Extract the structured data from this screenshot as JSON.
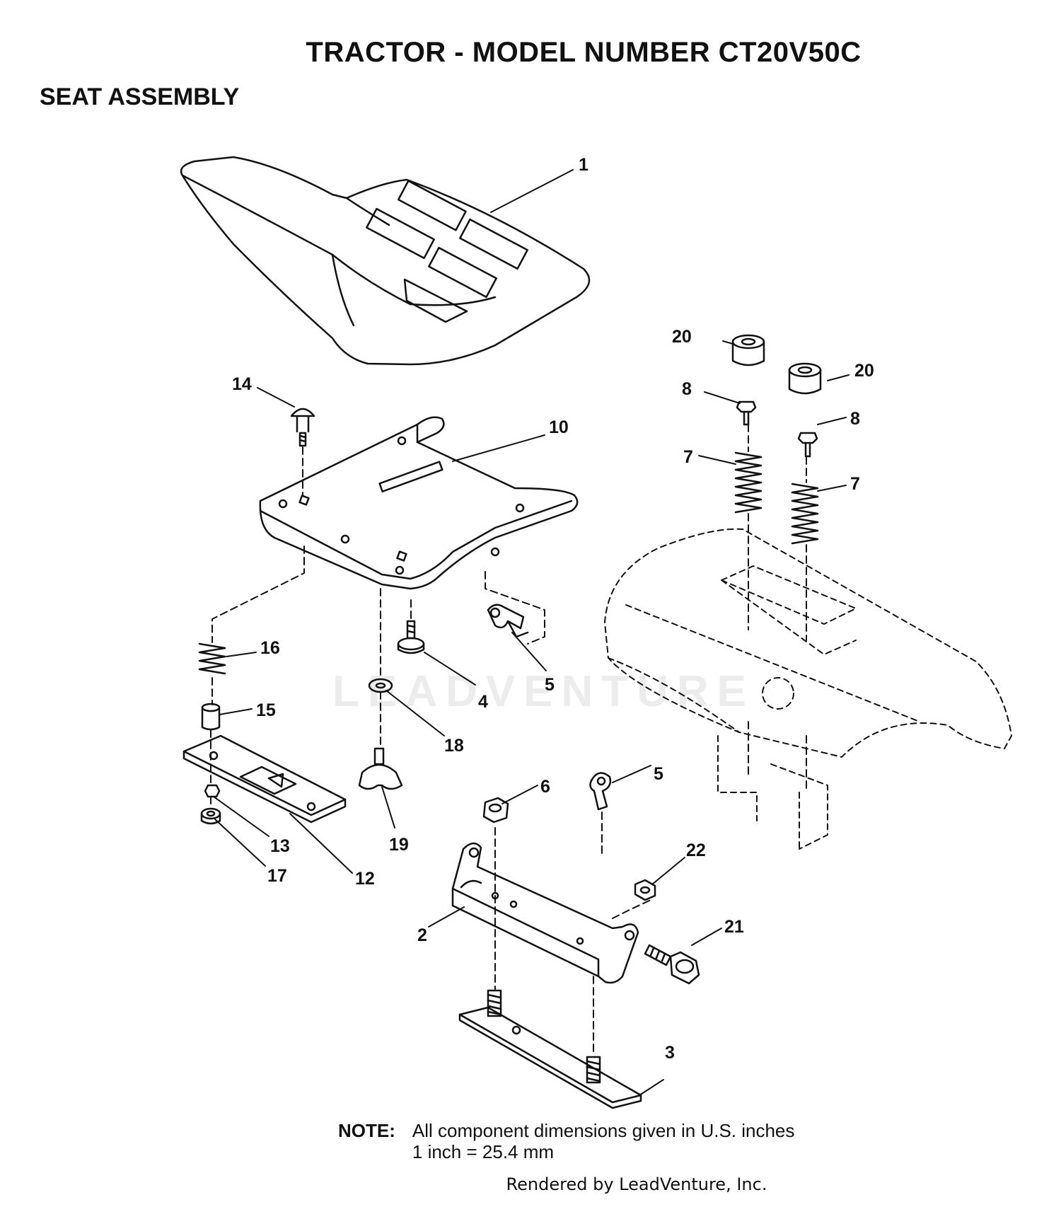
{
  "page": {
    "title": "TRACTOR - MODEL NUMBER CT20V50C",
    "subtitle": "SEAT ASSEMBLY",
    "watermark": "LEADVENTURE",
    "note": {
      "label": "NOTE:",
      "line1": "All component dimensions given in U.S. inches",
      "line2": "1 inch = 25.4 mm"
    },
    "rendered_by": "Rendered by LeadVenture, Inc."
  },
  "parts": [
    {
      "id": "seat",
      "callout": "1"
    },
    {
      "id": "seat-pan",
      "callout": "10"
    },
    {
      "id": "carriage-bolt",
      "callout": "14"
    },
    {
      "id": "spacer-left",
      "callout": "20"
    },
    {
      "id": "spacer-right",
      "callout": "20"
    },
    {
      "id": "screw-left",
      "callout": "8"
    },
    {
      "id": "screw-right",
      "callout": "8"
    },
    {
      "id": "spring-left",
      "callout": "7"
    },
    {
      "id": "spring-right",
      "callout": "7"
    },
    {
      "id": "small-spring",
      "callout": "16"
    },
    {
      "id": "bushing",
      "callout": "15"
    },
    {
      "id": "slide-plate",
      "callout": "12"
    },
    {
      "id": "nut",
      "callout": "13"
    },
    {
      "id": "locknut",
      "callout": "17"
    },
    {
      "id": "shoulder-bolt",
      "callout": "4"
    },
    {
      "id": "washer",
      "callout": "18"
    },
    {
      "id": "knob",
      "callout": "19"
    },
    {
      "id": "clip-upper",
      "callout": "5"
    },
    {
      "id": "clip-lower",
      "callout": "5"
    },
    {
      "id": "hex-nut",
      "callout": "6"
    },
    {
      "id": "bracket",
      "callout": "2"
    },
    {
      "id": "flange-nut",
      "callout": "22"
    },
    {
      "id": "hex-bolt",
      "callout": "21"
    },
    {
      "id": "stud-plate",
      "callout": "3"
    }
  ]
}
